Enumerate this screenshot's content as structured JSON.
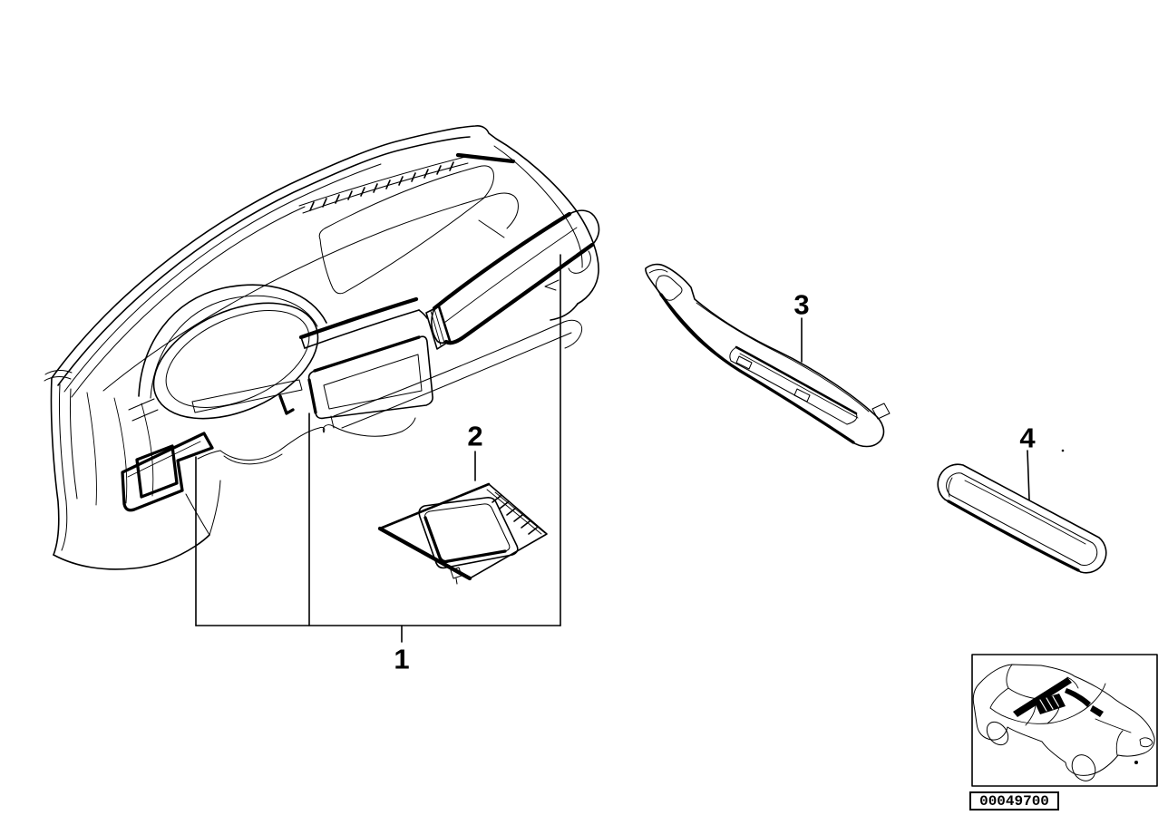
{
  "colors": {
    "background": "#ffffff",
    "line": "#000000"
  },
  "callouts": {
    "c1": {
      "label": "1"
    },
    "c2": {
      "label": "2"
    },
    "c3": {
      "label": "3"
    },
    "c4": {
      "label": "4"
    }
  },
  "footer": {
    "diagram_number": "00049700"
  },
  "illustrations": {
    "dashboard": "instrument-panel-line-drawing",
    "part2": "center-console-shift-trim-drawing",
    "part3": "door-pull-trim-drawing",
    "part4": "armrest-trim-drawing",
    "car": "vehicle-location-thumbnail"
  }
}
